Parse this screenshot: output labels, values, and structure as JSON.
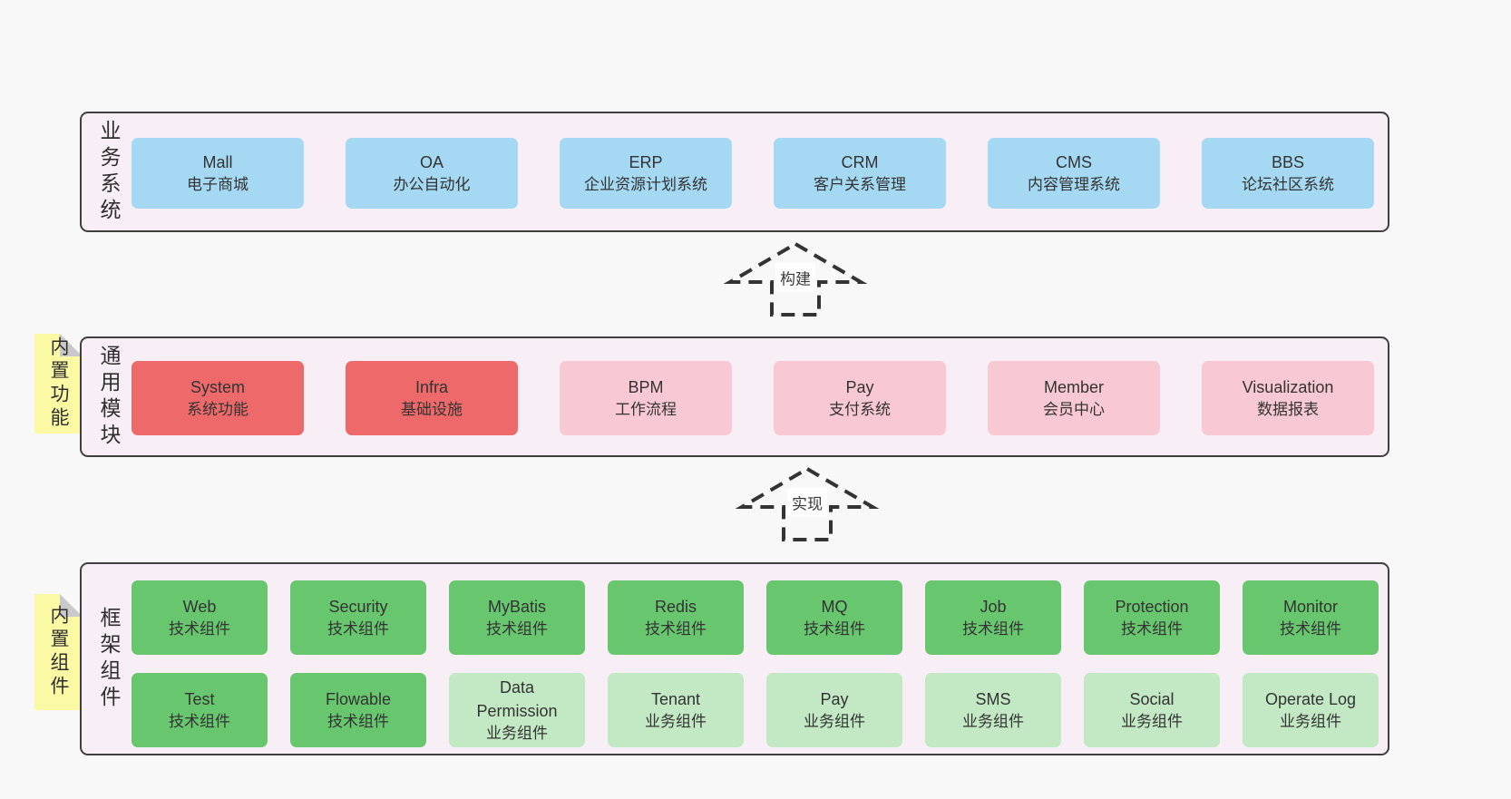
{
  "colors": {
    "page_background": "#f8f8f8",
    "panel_fill": "#f8eef6",
    "panel_border": "#3f3f3f",
    "blue_box": "#a5d9f3",
    "red_box": "#ee6a6a",
    "pink_box": "#f9c9d3",
    "green_box": "#68c66f",
    "light_green_box": "#c2e8c4",
    "sticky_yellow": "#fbf9a4",
    "sticky_fold_gray": "#c9c9c9",
    "text": "#333333"
  },
  "stickies": {
    "features": {
      "label": "内置功能"
    },
    "components": {
      "label": "内置组件"
    }
  },
  "arrows": {
    "build": {
      "label": "构建"
    },
    "implement": {
      "label": "实现"
    }
  },
  "panels": {
    "business": {
      "label": "业务系统",
      "boxes": [
        {
          "name": "Mall",
          "subtitle": "电子商城"
        },
        {
          "name": "OA",
          "subtitle": "办公自动化"
        },
        {
          "name": "ERP",
          "subtitle": "企业资源计划系统"
        },
        {
          "name": "CRM",
          "subtitle": "客户关系管理"
        },
        {
          "name": "CMS",
          "subtitle": "内容管理系统"
        },
        {
          "name": "BBS",
          "subtitle": "论坛社区系统"
        }
      ]
    },
    "modules": {
      "label": "通用模块",
      "boxes": [
        {
          "name": "System",
          "subtitle": "系统功能",
          "variant": "red"
        },
        {
          "name": "Infra",
          "subtitle": "基础设施",
          "variant": "red"
        },
        {
          "name": "BPM",
          "subtitle": "工作流程",
          "variant": "pink"
        },
        {
          "name": "Pay",
          "subtitle": "支付系统",
          "variant": "pink"
        },
        {
          "name": "Member",
          "subtitle": "会员中心",
          "variant": "pink"
        },
        {
          "name": "Visualization",
          "subtitle": "数据报表",
          "variant": "pink"
        }
      ]
    },
    "framework": {
      "label": "框架组件",
      "rows": [
        [
          {
            "name": "Web",
            "subtitle": "技术组件",
            "variant": "green"
          },
          {
            "name": "Security",
            "subtitle": "技术组件",
            "variant": "green"
          },
          {
            "name": "MyBatis",
            "subtitle": "技术组件",
            "variant": "green"
          },
          {
            "name": "Redis",
            "subtitle": "技术组件",
            "variant": "green"
          },
          {
            "name": "MQ",
            "subtitle": "技术组件",
            "variant": "green"
          },
          {
            "name": "Job",
            "subtitle": "技术组件",
            "variant": "green"
          },
          {
            "name": "Protection",
            "subtitle": "技术组件",
            "variant": "green"
          },
          {
            "name": "Monitor",
            "subtitle": "技术组件",
            "variant": "green"
          }
        ],
        [
          {
            "name": "Test",
            "subtitle": "技术组件",
            "variant": "green"
          },
          {
            "name": "Flowable",
            "subtitle": "技术组件",
            "variant": "green"
          },
          {
            "name": "Data Permission",
            "subtitle": "业务组件",
            "variant": "light-green"
          },
          {
            "name": "Tenant",
            "subtitle": "业务组件",
            "variant": "light-green"
          },
          {
            "name": "Pay",
            "subtitle": "业务组件",
            "variant": "light-green"
          },
          {
            "name": "SMS",
            "subtitle": "业务组件",
            "variant": "light-green"
          },
          {
            "name": "Social",
            "subtitle": "业务组件",
            "variant": "light-green"
          },
          {
            "name": "Operate Log",
            "subtitle": "业务组件",
            "variant": "light-green"
          }
        ]
      ]
    }
  }
}
